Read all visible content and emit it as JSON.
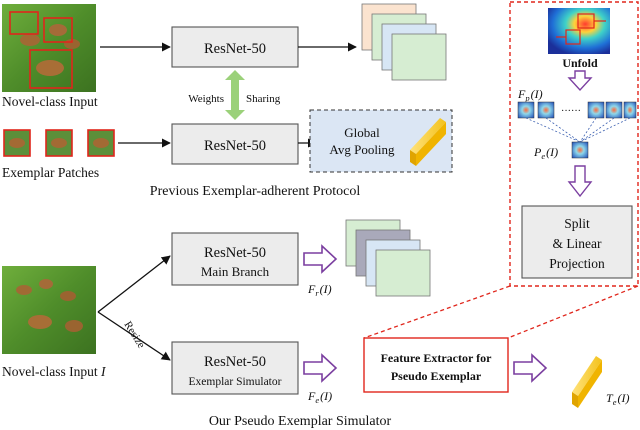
{
  "top": {
    "input_label": "Novel-class Input",
    "exemplar_label": "Exemplar Patches",
    "backbone_label": "ResNet-50",
    "weights_label": "Weights",
    "sharing_label": "Sharing",
    "pooling_line1": "Global",
    "pooling_line2": "Avg Pooling",
    "caption": "Previous Exemplar-adherent Protocol"
  },
  "bottom": {
    "input_label": "Novel-class Input",
    "input_symbol": "I",
    "resize_label": "Resize",
    "main_title": "ResNet-50",
    "main_sub": "Main Branch",
    "sim_title": "ResNet-50",
    "sim_sub": "Exemplar Simulator",
    "fr_sym": "F",
    "fr_sub": "r",
    "fr_arg": "(I)",
    "fe_sym": "F",
    "fe_sub": "e",
    "fe_arg": "(I)",
    "extractor_line1": "Feature Extractor for",
    "extractor_line2": "Pseudo Exemplar",
    "te_sym": "T",
    "te_sub": "e",
    "te_arg": "(I)",
    "caption": "Our Pseudo Exemplar Simulator"
  },
  "detail": {
    "unfold_label": "Unfold",
    "fp_sym": "F",
    "fp_sub": "p",
    "fp_arg": "(I)",
    "pe_sym": "P",
    "pe_sub": "e",
    "pe_arg": "(I)",
    "dots": "······",
    "split_line1": "Split",
    "split_line2": "& Linear",
    "split_line3": "Projection"
  },
  "colors": {
    "box_fill": "#ececec",
    "box_stroke": "#555555",
    "dashed_red": "#e0261c",
    "hollow_arrow": "#7b3fa0",
    "green_arrow": "#9bd17a",
    "pooling_fill": "#dbe6f4",
    "bar_gold": "#f0b400",
    "feat_peach": "#fbe3cf",
    "feat_green": "#d6edd2",
    "feat_blue": "#d7e6f5",
    "feat_grey": "#a9a9ba"
  }
}
